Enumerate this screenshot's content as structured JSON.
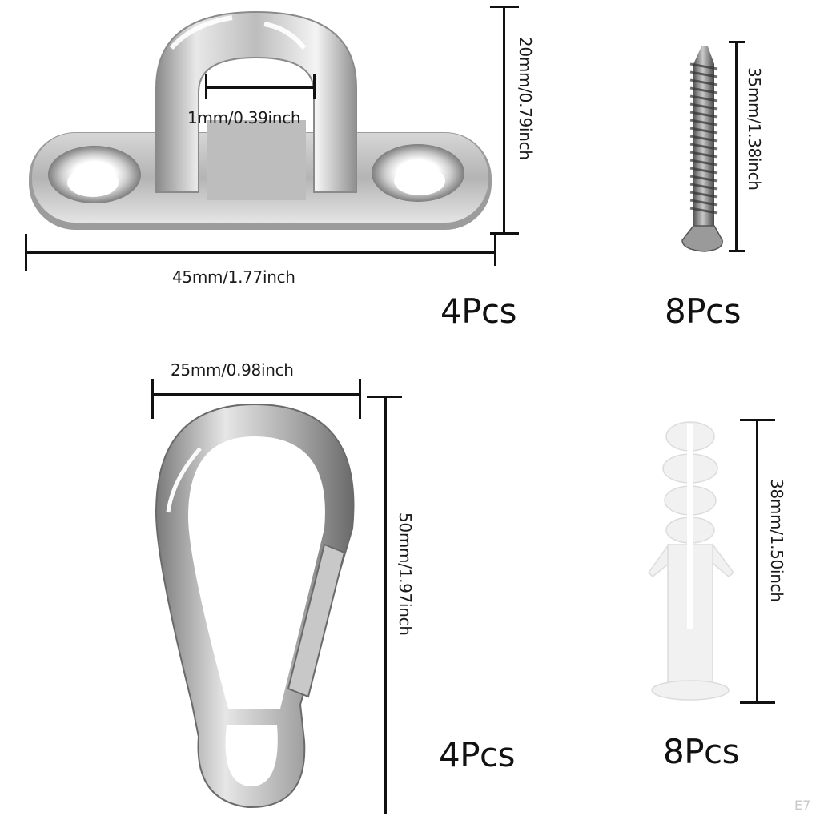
{
  "products": [
    {
      "name": "pad-eye-plate",
      "quantity": "4Pcs",
      "dimensions": {
        "inner_width": "1mm/0.39inch",
        "height": "20mm/0.79inch",
        "length": "45mm/1.77inch"
      }
    },
    {
      "name": "screw",
      "quantity": "8Pcs",
      "dimensions": {
        "length": "35mm/1.38inch"
      }
    },
    {
      "name": "spring-snap-hook",
      "quantity": "4Pcs",
      "dimensions": {
        "width": "25mm/0.98inch",
        "length": "50mm/1.97inch"
      }
    },
    {
      "name": "wall-anchor",
      "quantity": "8Pcs",
      "dimensions": {
        "length": "38mm/1.50inch"
      }
    }
  ],
  "watermark": "E7",
  "colors": {
    "background": "#ffffff",
    "dimension_line": "#111111",
    "metal_light": "#f2f2f2",
    "metal_mid": "#b8b8b8",
    "metal_dark": "#6e6e6e",
    "plastic": "#f3f3f3"
  }
}
